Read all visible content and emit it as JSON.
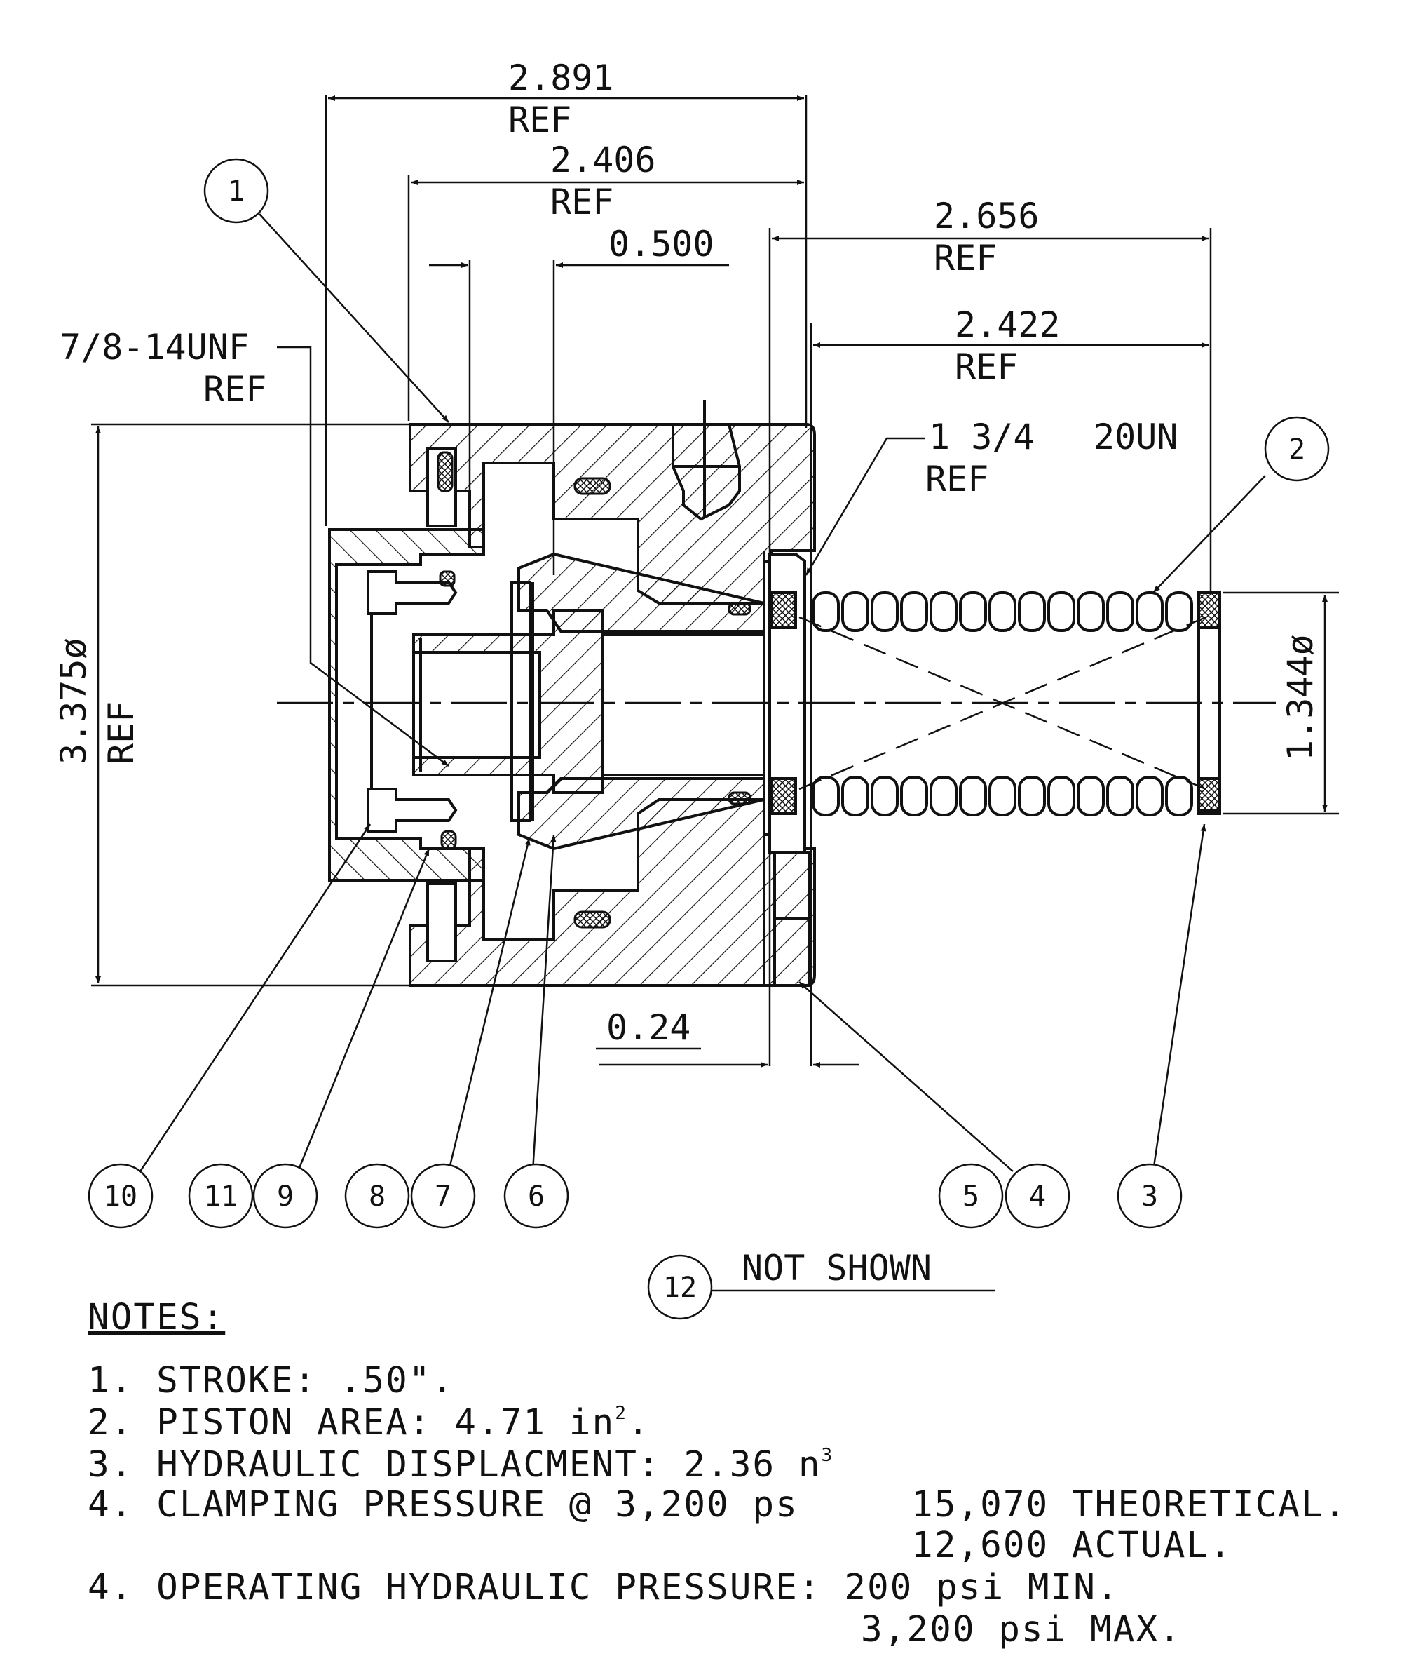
{
  "dimensions": {
    "d2891": "2.891",
    "d2406": "2.406",
    "d0500": "0.500",
    "d2656": "2.656",
    "d2422": "2.422",
    "d024": "0.24",
    "d3375": "3.375ø",
    "d1344": "1.344ø",
    "ref": "REF"
  },
  "thread_callouts": {
    "unf": "7/8-14UNF",
    "un_size": "1 3/4",
    "un_pitch": "20UN"
  },
  "balloons": [
    "1",
    "2",
    "3",
    "4",
    "5",
    "6",
    "7",
    "8",
    "9",
    "10",
    "11",
    "12"
  ],
  "not_shown": "NOT SHOWN",
  "notes": {
    "title": "NOTES:",
    "n1": "1. STROKE: .50\".",
    "n2": "2. PISTON AREA: 4.71 in",
    "n2_sup": "2",
    "n2_end": ".",
    "n3": "3. HYDRAULIC DISPLACMENT: 2.36  n",
    "n3_sup": "3",
    "n4": "4. CLAMPING PRESSURE @ 3,200 ps",
    "n4_a": "15,070 THEORETICAL.",
    "n4_b": "12,600 ACTUAL.",
    "n5": "4. OPERATING HYDRAULIC PRESSURE: 200 psi MIN.",
    "n5_b": "3,200 psi MAX."
  }
}
